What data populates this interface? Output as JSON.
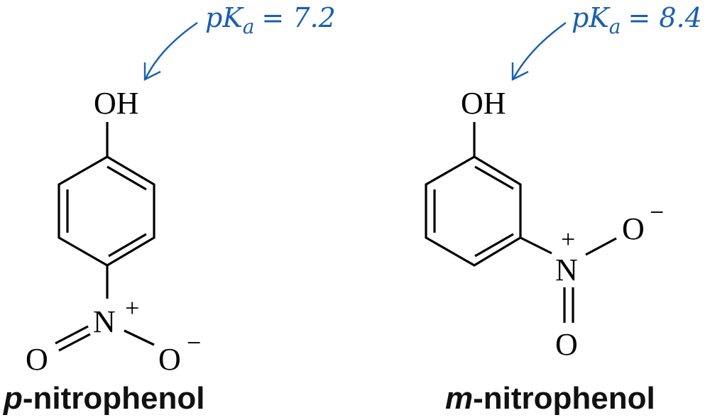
{
  "colors": {
    "annotation": "#1a5fb0",
    "structure": "#000000"
  },
  "molecules": [
    {
      "name": "p-nitrophenol",
      "label_prefix": "p",
      "label_rest": "-nitrophenol",
      "pka_symbol": "pK",
      "pka_sub": "a",
      "pka_value": "= 7.2",
      "atoms": {
        "hydroxyl": "OH",
        "nitrogen": "N",
        "n_charge": "+",
        "oxygen_double": "O",
        "oxygen_single": "O",
        "o_charge": "−"
      }
    },
    {
      "name": "m-nitrophenol",
      "label_prefix": "m",
      "label_rest": "-nitrophenol",
      "pka_symbol": "pK",
      "pka_sub": "a",
      "pka_value": "= 8.4",
      "atoms": {
        "hydroxyl": "OH",
        "nitrogen": "N",
        "n_charge": "+",
        "oxygen_double": "O",
        "oxygen_single": "O",
        "o_charge": "−"
      }
    }
  ]
}
